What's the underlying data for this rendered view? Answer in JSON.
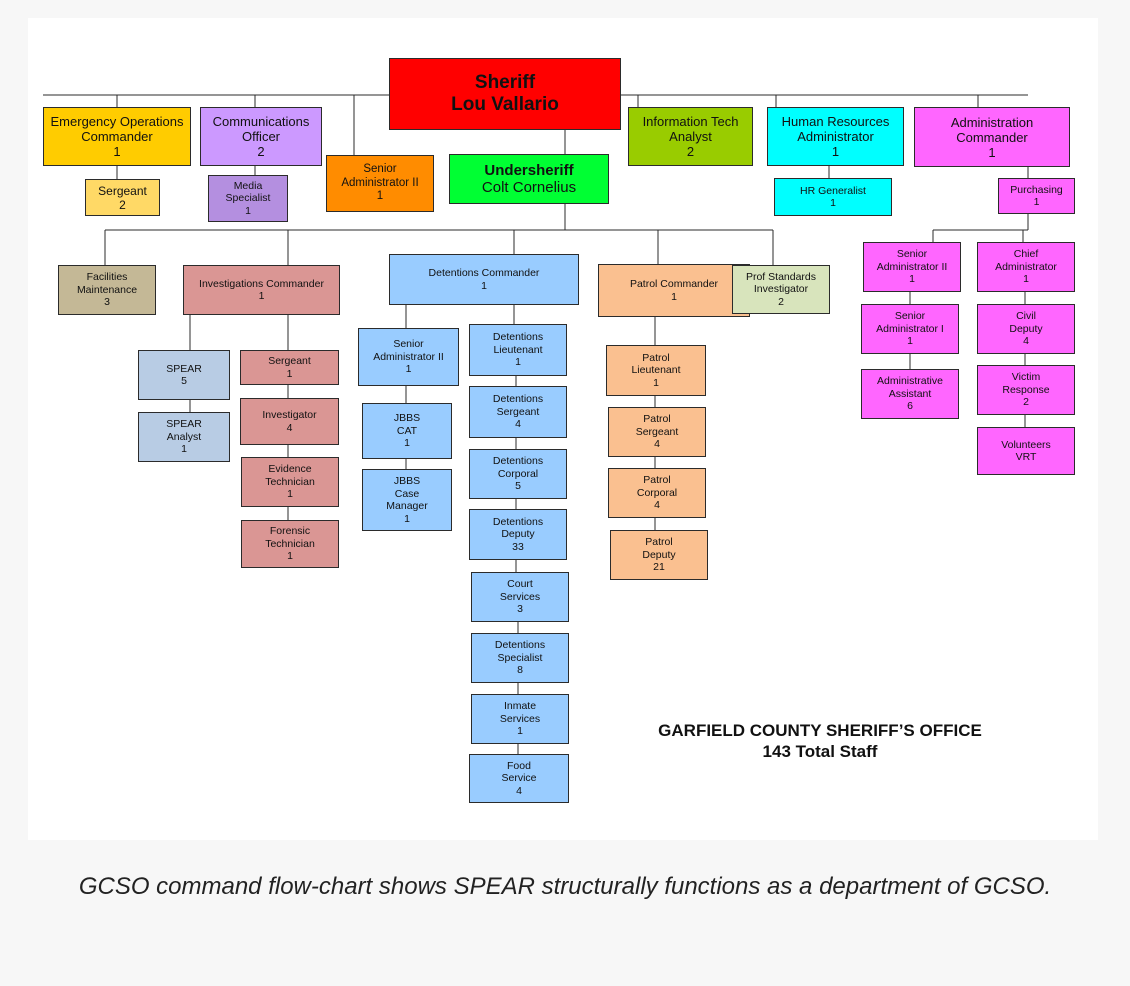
{
  "office_title": "GARFIELD COUNTY SHERIFF’S OFFICE\n143 Total Staff",
  "caption": "GCSO command flow-chart shows SPEAR structurally functions as a department of GCSO.",
  "colors": {
    "sheriff": "#ff0000",
    "undersheriff": "#00ff33",
    "emergency": "#ffcc00",
    "emergency_sergeant": "#ffd966",
    "communications": "#cc99ff",
    "media": "#b48fe0",
    "senior_admin": "#ff8c00",
    "it": "#99cc00",
    "hr": "#00ffff",
    "administration": "#ff66ff",
    "facilities": "#c4b896",
    "investigations": "#da9694",
    "spear": "#b8cce4",
    "detentions": "#99ccff",
    "patrol": "#fac090",
    "prof_standards": "#d8e4bc"
  },
  "nodes": {
    "sheriff": {
      "title": "Sheriff",
      "name": "Lou Vallario"
    },
    "emergency_ops": {
      "title": "Emergency Operations\nCommander",
      "count": "1"
    },
    "eo_sergeant": {
      "title": "Sergeant",
      "count": "2"
    },
    "communications": {
      "title": "Communications\nOfficer",
      "count": "2"
    },
    "media": {
      "title": "Media\nSpecialist",
      "count": "1"
    },
    "senior_admin_top": {
      "title": "Senior\nAdministrator II",
      "count": "1"
    },
    "undersheriff": {
      "title": "Undersheriff",
      "name": "Colt Cornelius"
    },
    "it": {
      "title": "Information Tech\nAnalyst",
      "count": "2"
    },
    "hr": {
      "title": "Human Resources\nAdministrator",
      "count": "1"
    },
    "hr_generalist": {
      "title": "HR Generalist",
      "count": "1"
    },
    "admin_cmdr": {
      "title": "Administration\nCommander",
      "count": "1"
    },
    "purchasing": {
      "title": "Purchasing",
      "count": "1"
    },
    "facilities": {
      "title": "Facilities\nMaintenance",
      "count": "3"
    },
    "investigations": {
      "title": "Investigations Commander",
      "count": "1"
    },
    "spear": {
      "title": "SPEAR",
      "count": "5"
    },
    "spear_analyst": {
      "title": "SPEAR\nAnalyst",
      "count": "1"
    },
    "inv_sergeant": {
      "title": "Sergeant",
      "count": "1"
    },
    "investigator": {
      "title": "Investigator",
      "count": "4"
    },
    "evidence": {
      "title": "Evidence\nTechnician",
      "count": "1"
    },
    "forensic": {
      "title": "Forensic\nTechnician",
      "count": "1"
    },
    "detentions": {
      "title": "Detentions Commander",
      "count": "1"
    },
    "det_senior_admin": {
      "title": "Senior\nAdministrator II",
      "count": "1"
    },
    "jbbs_cat": {
      "title": "JBBS\nCAT",
      "count": "1"
    },
    "jbbs_case": {
      "title": "JBBS\nCase\nManager",
      "count": "1"
    },
    "det_lieutenant": {
      "title": "Detentions\nLieutenant",
      "count": "1"
    },
    "det_sergeant": {
      "title": "Detentions\nSergeant",
      "count": "4"
    },
    "det_corporal": {
      "title": "Detentions\nCorporal",
      "count": "5"
    },
    "det_deputy": {
      "title": "Detentions\nDeputy",
      "count": "33"
    },
    "court": {
      "title": "Court\nServices",
      "count": "3"
    },
    "det_specialist": {
      "title": "Detentions\nSpecialist",
      "count": "8"
    },
    "inmate": {
      "title": "Inmate\nServices",
      "count": "1"
    },
    "food": {
      "title": "Food\nService",
      "count": "4"
    },
    "patrol": {
      "title": "Patrol Commander",
      "count": "1"
    },
    "patrol_lt": {
      "title": "Patrol\nLieutenant",
      "count": "1"
    },
    "patrol_sgt": {
      "title": "Patrol\nSergeant",
      "count": "4"
    },
    "patrol_cpl": {
      "title": "Patrol\nCorporal",
      "count": "4"
    },
    "patrol_dep": {
      "title": "Patrol\nDeputy",
      "count": "21"
    },
    "prof_standards": {
      "title": "Prof Standards\nInvestigator",
      "count": "2"
    },
    "senior_admin_ii": {
      "title": "Senior\nAdministrator II",
      "count": "1"
    },
    "senior_admin_i": {
      "title": "Senior\nAdministrator I",
      "count": "1"
    },
    "admin_assistant": {
      "title": "Administrative\nAssistant",
      "count": "6"
    },
    "chief_admin": {
      "title": "Chief\nAdministrator",
      "count": "1"
    },
    "civil_deputy": {
      "title": "Civil\nDeputy",
      "count": "4"
    },
    "victim_response": {
      "title": "Victim\nResponse",
      "count": "2"
    },
    "volunteers": {
      "title": "Volunteers\nVRT",
      "count": ""
    }
  }
}
